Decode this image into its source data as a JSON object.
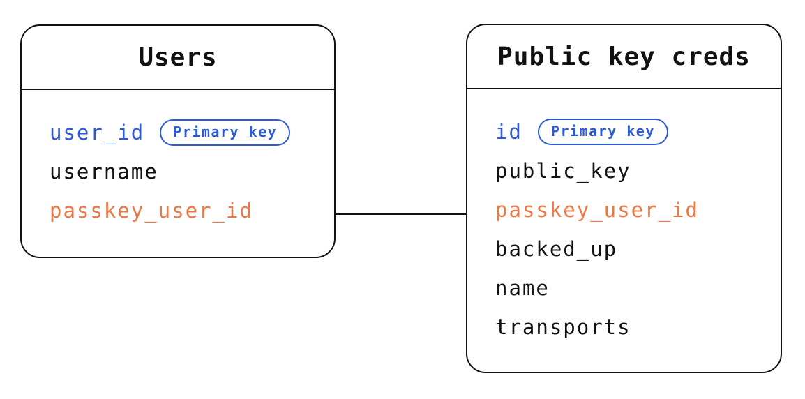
{
  "diagram": {
    "tables": [
      {
        "title": "Users",
        "fields": [
          {
            "name": "user_id",
            "badge": "Primary key"
          },
          {
            "name": "username"
          },
          {
            "name": "passkey_user_id"
          }
        ]
      },
      {
        "title": "Public key creds",
        "fields": [
          {
            "name": "id",
            "badge": "Primary key"
          },
          {
            "name": "public_key"
          },
          {
            "name": "passkey_user_id"
          },
          {
            "name": "backed_up"
          },
          {
            "name": "name"
          },
          {
            "name": "transports"
          }
        ]
      }
    ],
    "relationship": {
      "from": "Users.passkey_user_id",
      "to": "Public key creds.passkey_user_id",
      "style": "straight-horizontal-line"
    },
    "colors": {
      "primary_key_blue": "#2d5bd7",
      "foreign_ref_orange": "#ec7845",
      "line_black": "#111111",
      "background": "#ffffff"
    }
  }
}
